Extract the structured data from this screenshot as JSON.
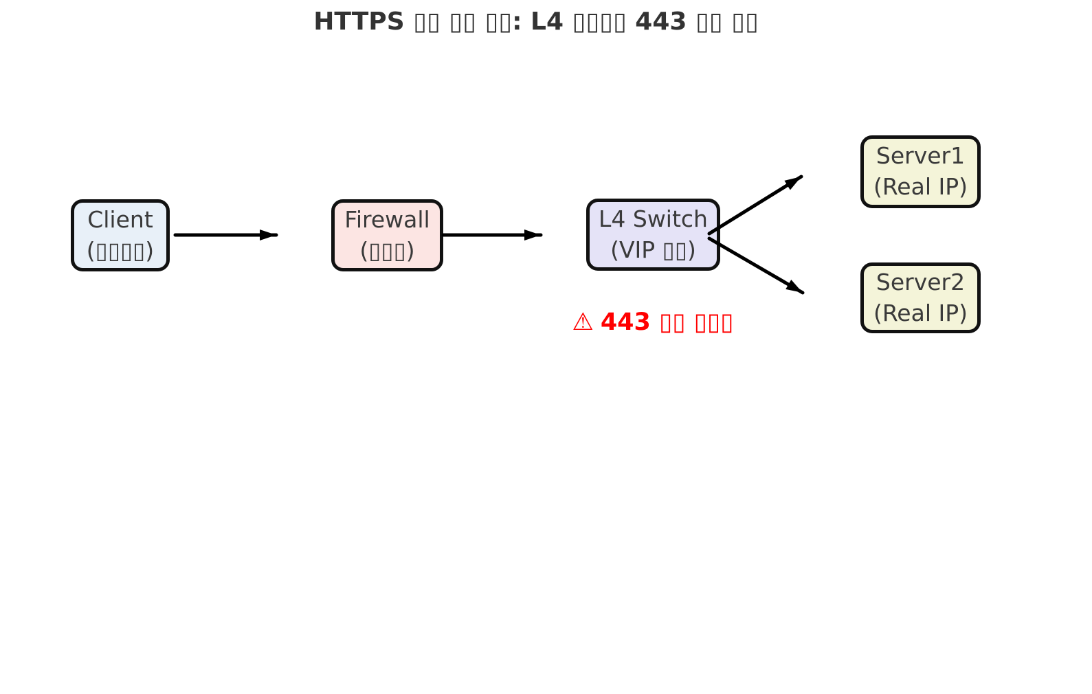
{
  "title": {
    "text": "HTTPS ▯▯ ▯▯ ▯▯: L4 ▯▯▯▯ 443 ▯▯ ▯▯",
    "color": "#333333"
  },
  "nodes": {
    "client": {
      "line1": "Client",
      "line2": "(▯▯▯▯)",
      "fill": "#e8f0f8"
    },
    "firewall": {
      "line1": "Firewall",
      "line2": "(▯▯▯)",
      "fill": "#fce5e3"
    },
    "l4switch": {
      "line1": "L4 Switch",
      "line2": "(VIP ▯▯)",
      "fill": "#e5e3f7"
    },
    "server1": {
      "line1": "Server1",
      "line2": "(Real IP)",
      "fill": "#f4f4d9"
    },
    "server2": {
      "line1": "Server2",
      "line2": "(Real IP)",
      "fill": "#f4f4d9"
    }
  },
  "edges": [
    {
      "from": "client",
      "to": "firewall"
    },
    {
      "from": "firewall",
      "to": "l4switch"
    },
    {
      "from": "l4switch",
      "to": "server1"
    },
    {
      "from": "l4switch",
      "to": "server2"
    }
  ],
  "warning": {
    "icon": "⚠",
    "text": "443 ▯▯ ▯▯▯",
    "color": "#ff0000"
  },
  "style": {
    "node_text_color": "#3a3a3a",
    "node_border_color": "#111111",
    "arrow_color": "#000000",
    "background": "#ffffff"
  }
}
